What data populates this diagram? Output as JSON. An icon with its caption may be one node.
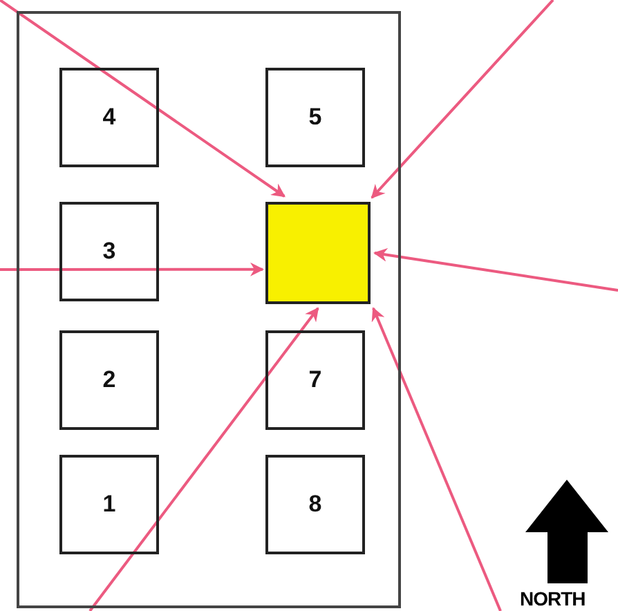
{
  "diagram": {
    "nodes": [
      {
        "text": [],
        "shape": "box"
      },
      {
        "text": [
          "4"
        ],
        "in": 0
      },
      {
        "text": [
          "5"
        ],
        "in": 0
      },
      {
        "text": [
          "3"
        ],
        "in": 0
      },
      {
        "text": [],
        "shape": "box",
        "in": 0
      },
      {
        "text": [
          "2"
        ],
        "in": 0
      },
      {
        "text": [
          "7"
        ],
        "in": 0
      },
      {
        "text": [
          "1"
        ],
        "in": 0
      },
      {
        "text": [
          "8"
        ],
        "in": 0
      }
    ],
    "edges": [
      {
        "from": null,
        "to": 4,
        "arrow": "to"
      },
      {
        "from": null,
        "to": 4,
        "arrow": "to"
      },
      {
        "from": null,
        "to": 4,
        "arrow": "to"
      },
      {
        "from": null,
        "to": 4,
        "arrow": "to"
      },
      {
        "from": null,
        "to": 4,
        "arrow": "to"
      },
      {
        "from": null,
        "to": 4,
        "arrow": "to"
      }
    ],
    "labels": [
      "NORTH"
    ]
  }
}
